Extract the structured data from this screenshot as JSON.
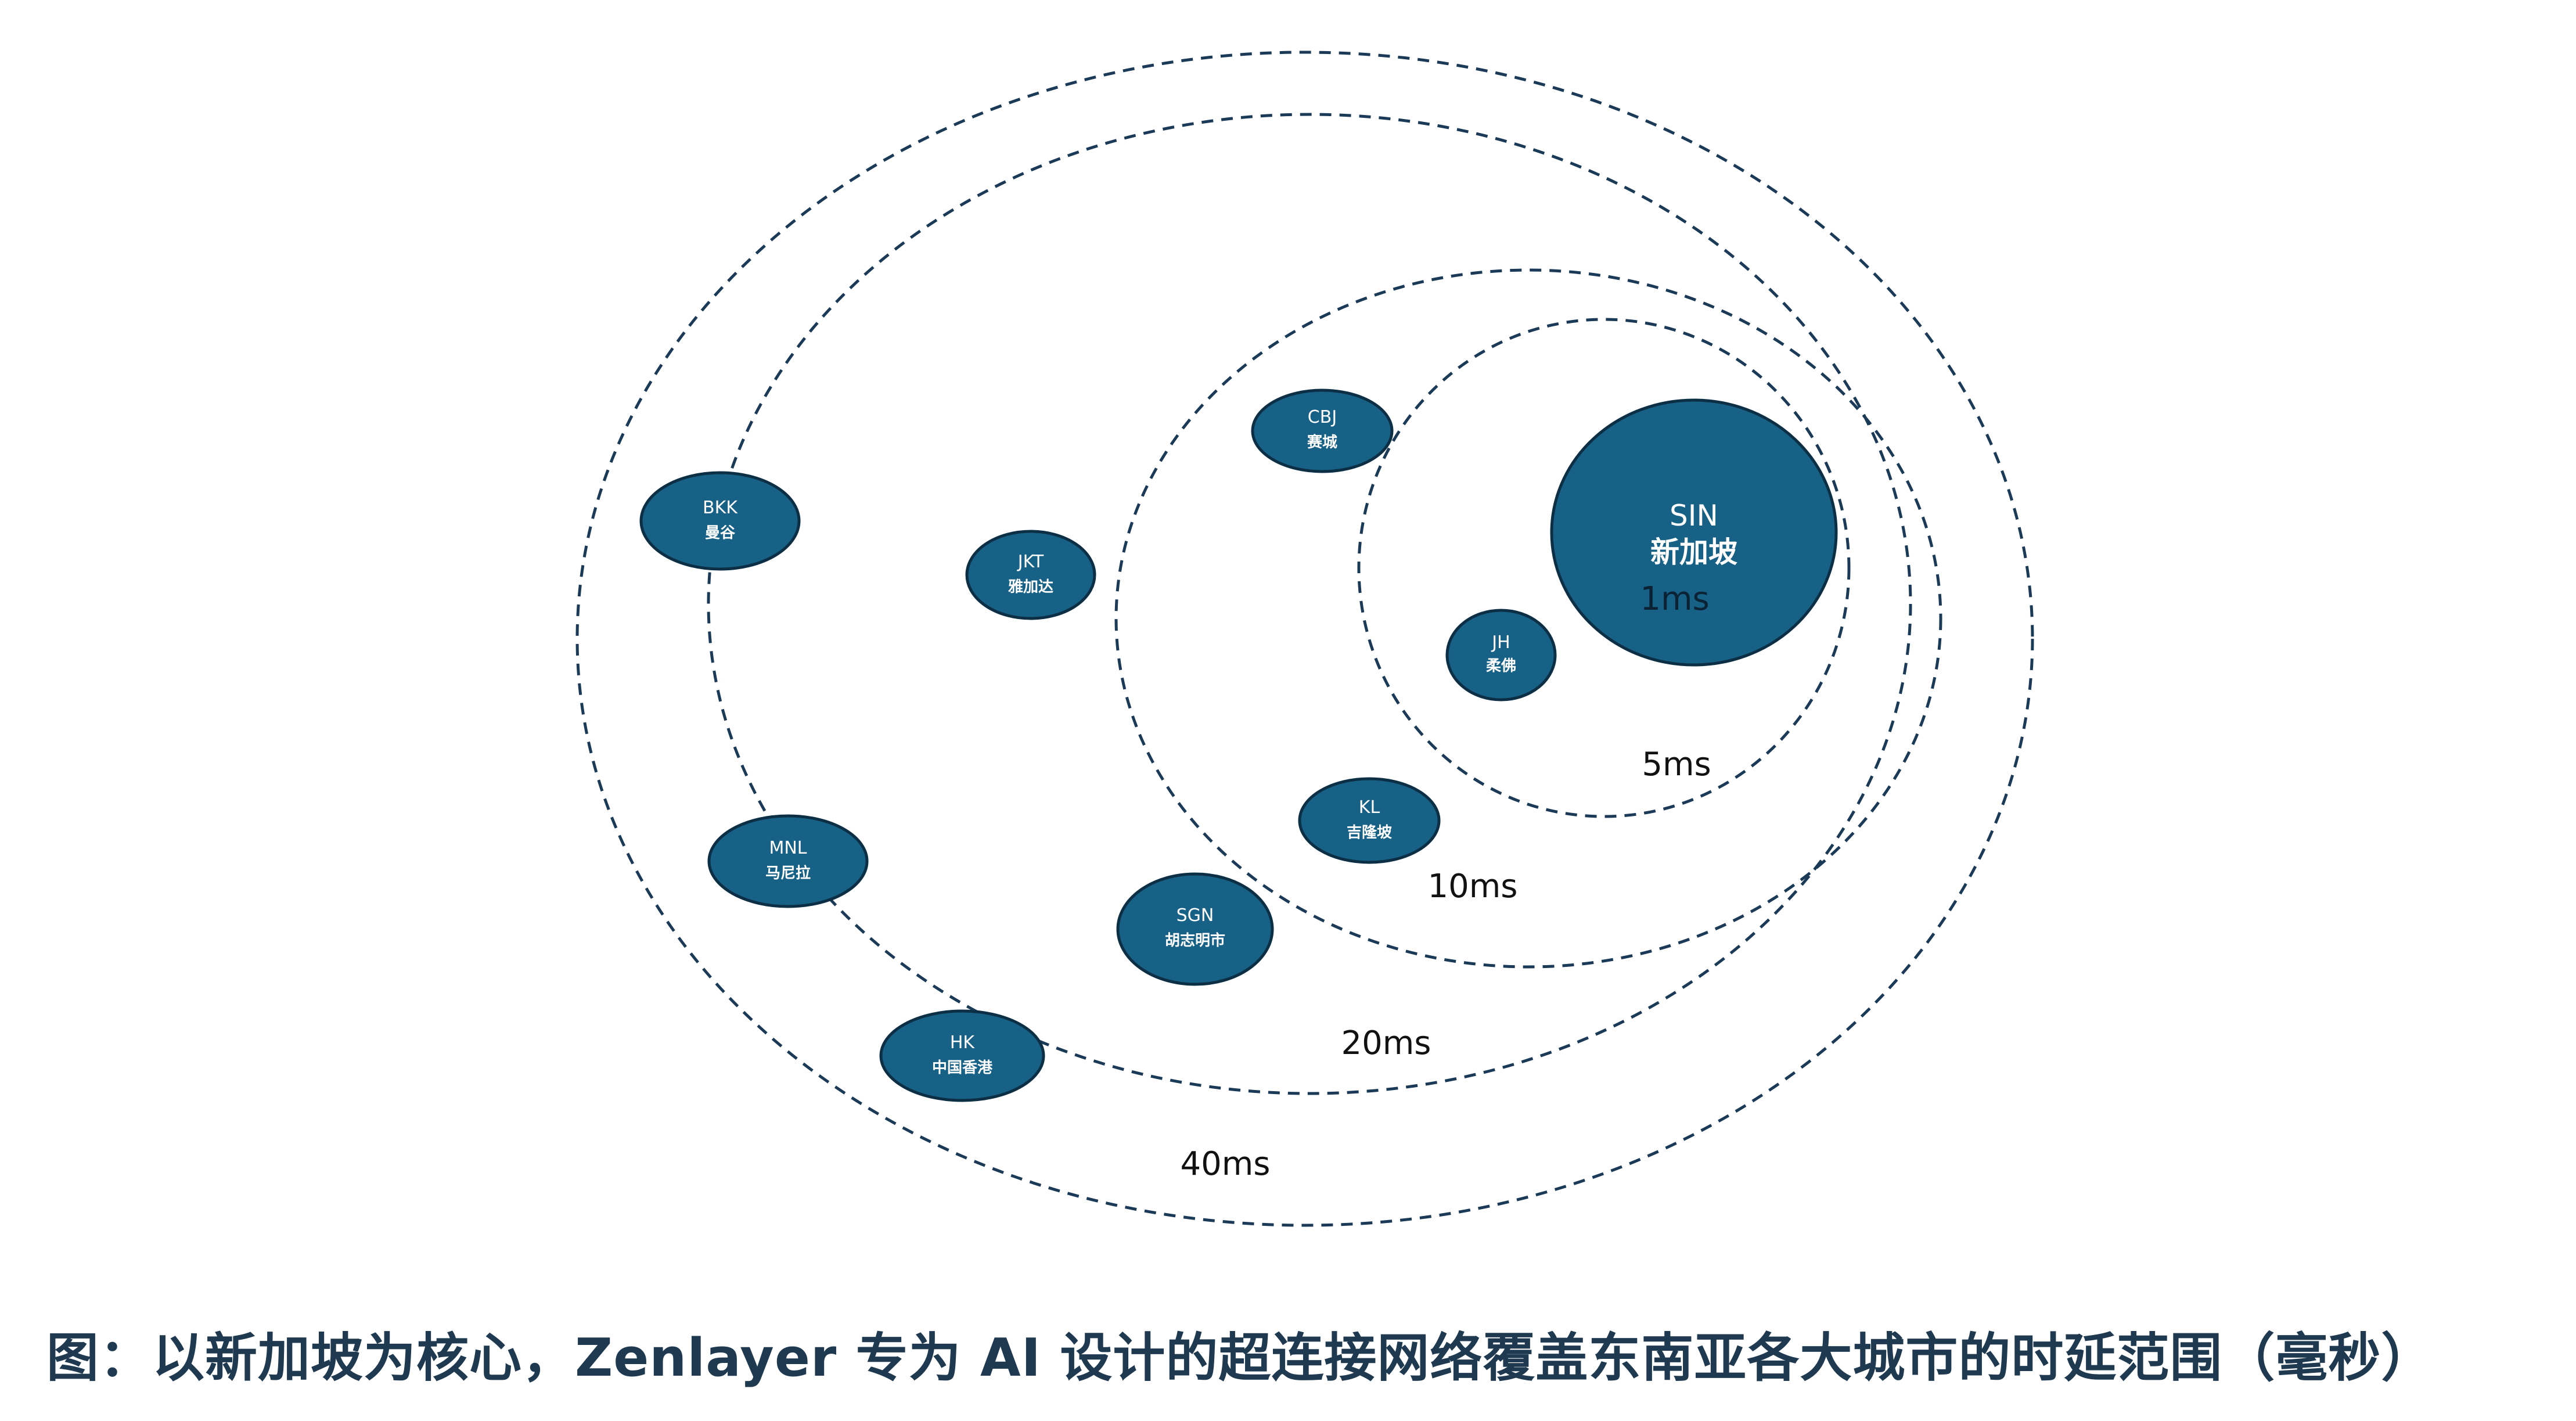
{
  "caption": "图：以新加坡为核心，Zenlayer 专为 AI 设计的超连接网络覆盖东南亚各大城市的时延范围（毫秒）",
  "colors": {
    "node_fill": "#176086",
    "ring_stroke": "#1b3a57",
    "caption_text": "#1f3950"
  },
  "hub": {
    "code": "SIN",
    "name": "新加坡",
    "latency": "1ms"
  },
  "rings": {
    "r5": "5ms",
    "r10": "10ms",
    "r20": "20ms",
    "r40": "40ms"
  },
  "nodes": {
    "jh": {
      "code": "JH",
      "name": "柔佛"
    },
    "kl": {
      "code": "KL",
      "name": "吉隆坡"
    },
    "cbj": {
      "code": "CBJ",
      "name": "赛城"
    },
    "jkt": {
      "code": "JKT",
      "name": "雅加达"
    },
    "sgn": {
      "code": "SGN",
      "name": "胡志明市"
    },
    "bkk": {
      "code": "BKK",
      "name": "曼谷"
    },
    "mnl": {
      "code": "MNL",
      "name": "马尼拉"
    },
    "hk": {
      "code": "HK",
      "name": "中国香港"
    }
  }
}
